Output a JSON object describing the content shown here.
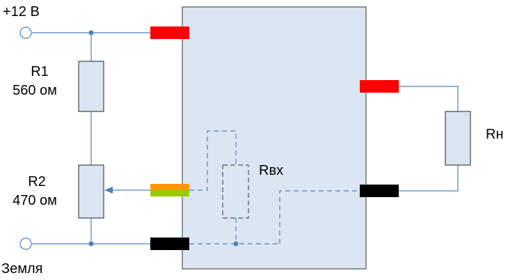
{
  "labels": {
    "supply": "+12 В",
    "ground": "Земля",
    "r1_name": "R1",
    "r1_value": "560 ом",
    "r2_name": "R2",
    "r2_value": "470 ом",
    "rin": "Rвх",
    "rload": "Rн"
  },
  "colors": {
    "wire": "#4f81bd",
    "resistor_fill": "#dbe5f1",
    "resistor_stroke": "#222222",
    "module_fill": "#dce6f2",
    "module_stroke": "#333333",
    "terminal_red": "#ff0000",
    "terminal_black": "#000000",
    "terminal_orange": "#ff9900",
    "terminal_green": "#99cc00",
    "dashed": "#4f81bd"
  }
}
